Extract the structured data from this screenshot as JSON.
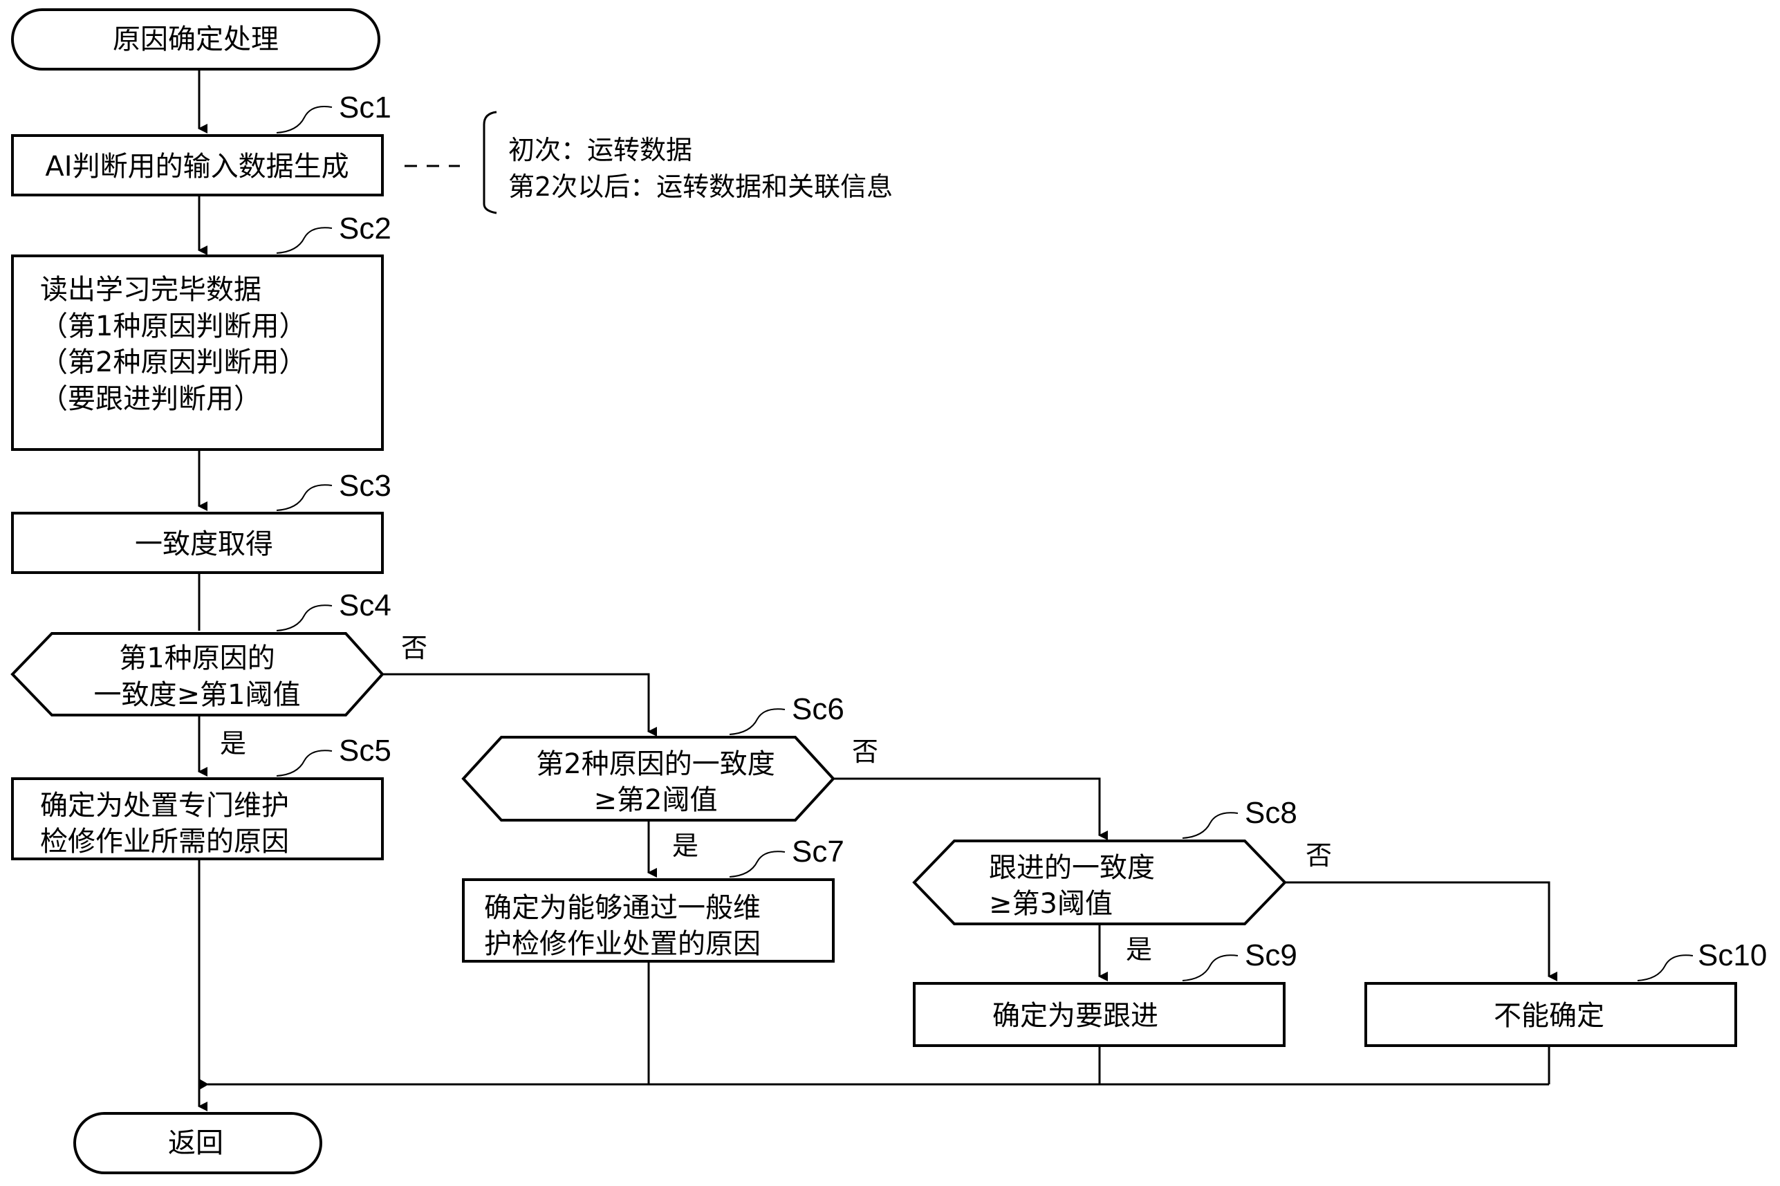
{
  "start": "原因确定处理",
  "end": "返回",
  "steps": {
    "sc1": {
      "label": "Sc1",
      "text": "AI判断用的输入数据生成"
    },
    "sc2": {
      "label": "Sc2",
      "lines": [
        "读出学习完毕数据",
        "（第1种原因判断用）",
        "（第2种原因判断用）",
        "（要跟进判断用）"
      ]
    },
    "sc3": {
      "label": "Sc3",
      "text": "一致度取得"
    },
    "sc4": {
      "label": "Sc4",
      "lines": [
        "第1种原因的",
        "一致度≥第1阈值"
      ]
    },
    "sc5": {
      "label": "Sc5",
      "lines": [
        "确定为处置专门维护",
        "检修作业所需的原因"
      ]
    },
    "sc6": {
      "label": "Sc6",
      "lines": [
        "第2种原因的一致度",
        "≥第2阈值"
      ]
    },
    "sc7": {
      "label": "Sc7",
      "lines": [
        "确定为能够通过一般维",
        "护检修作业处置的原因"
      ]
    },
    "sc8": {
      "label": "Sc8",
      "lines": [
        "跟进的一致度",
        "≥第3阈值"
      ]
    },
    "sc9": {
      "label": "Sc9",
      "text": "确定为要跟进"
    },
    "sc10": {
      "label": "Sc10",
      "text": "不能确定"
    }
  },
  "note": {
    "lines": [
      "初次：运转数据",
      "第2次以后：运转数据和关联信息"
    ]
  },
  "branch_yes": "是",
  "branch_no": "否"
}
